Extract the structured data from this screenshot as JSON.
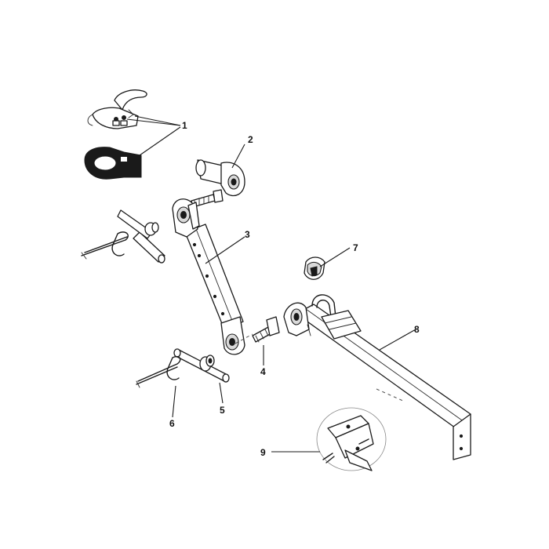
{
  "callouts": [
    {
      "label": "1"
    },
    {
      "label": "2"
    },
    {
      "label": "3"
    },
    {
      "label": "4"
    },
    {
      "label": "5"
    },
    {
      "label": "6"
    },
    {
      "label": "7"
    },
    {
      "label": "8"
    },
    {
      "label": "9"
    }
  ],
  "colors": {
    "line": "#1a1a1a",
    "fill": "#ffffff",
    "shade": "#d9d9d9"
  }
}
